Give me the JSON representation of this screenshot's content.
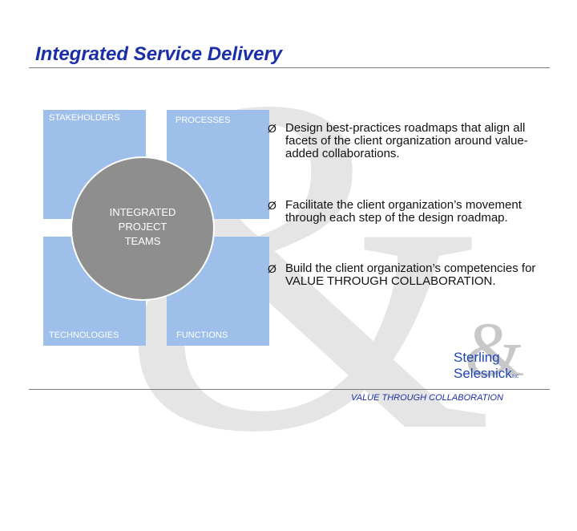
{
  "title": "Integrated Service Delivery",
  "diagram": {
    "quadrants": [
      "STAKEHOLDERS",
      "PROCESSES",
      "TECHNOLOGIES",
      "FUNCTIONS"
    ],
    "center": [
      "INTEGRATED",
      "PROJECT",
      "TEAMS"
    ],
    "colors": {
      "quadrant": "#9ebfea",
      "circle": "#8e8e8e"
    }
  },
  "bullets": [
    "Design best-practices roadmaps that align all facets of the client organization around value-added collaborations.",
    "Facilitate the client organization’s movement through each step of the design roadmap.",
    "Build the client organization’s competencies for VALUE THROUGH COLLABORATION."
  ],
  "bullet_marker": "Ø",
  "logo": {
    "line1": "Sterling",
    "line2": "Selesnick",
    "suffix": "INC"
  },
  "tagline": "VALUE THROUGH COLLABORATION",
  "colors": {
    "accent": "#1a2ea8",
    "logo": "#1e46b4",
    "watermark": "#e5e5e5"
  }
}
